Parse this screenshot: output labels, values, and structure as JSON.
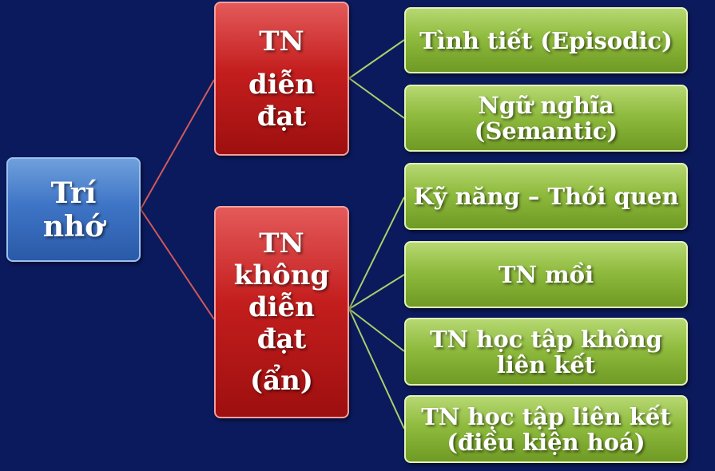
{
  "root": {
    "lines": [
      "Trí",
      "nhớ"
    ]
  },
  "explicit": {
    "lines": [
      "TN",
      "diễn",
      "đạt"
    ]
  },
  "implicit": {
    "lines": [
      "TN",
      "không",
      "diễn",
      "đạt",
      "(ẩn)"
    ]
  },
  "explicit_children": [
    {
      "lines": [
        "Tình tiết (Episodic)"
      ]
    },
    {
      "lines": [
        "Ngữ nghĩa",
        "(Semantic)"
      ]
    }
  ],
  "implicit_children": [
    {
      "lines": [
        "Kỹ năng – Thói quen"
      ]
    },
    {
      "lines": [
        "TN mồi"
      ]
    },
    {
      "lines": [
        "TN học tập không",
        "liên kết"
      ]
    },
    {
      "lines": [
        "TN học tập liên kết",
        "(điều kiện hoá)"
      ]
    }
  ],
  "colors": {
    "background": "#0b1a5c",
    "root": "#3f75c6",
    "branch": "#c41e1e",
    "leaf": "#8fbb3e",
    "connector_red": "#d05a5a",
    "connector_green": "#a9cf6a"
  }
}
